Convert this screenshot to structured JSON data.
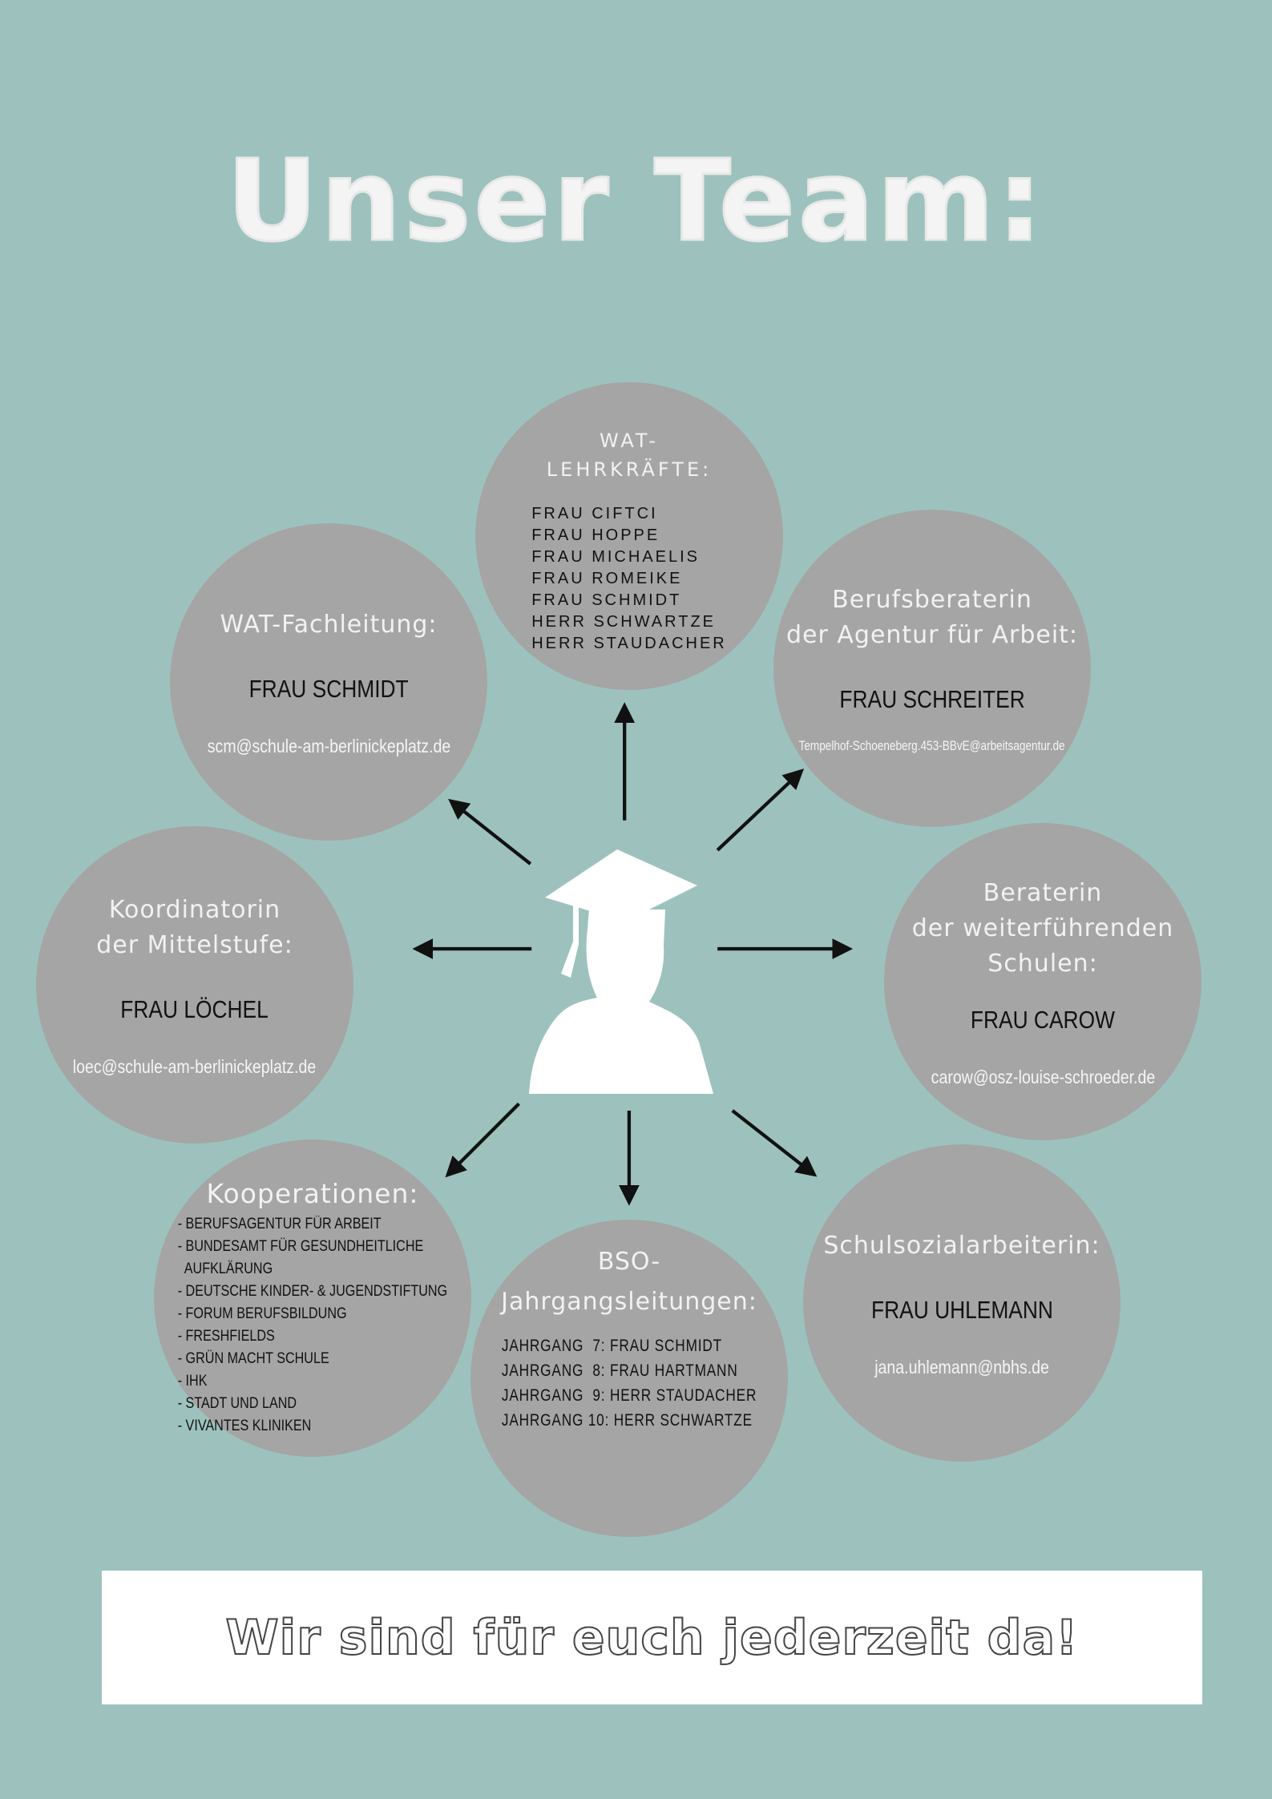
{
  "title": "Unser Team:",
  "circles": {
    "wat_lehrkraefte": {
      "heading_1": "WAT-",
      "heading_2": "LEHRKRÄFTE:",
      "names": [
        "FRAU CIFTCI",
        "FRAU HOPPE",
        "FRAU MICHAELIS",
        "FRAU ROMEIKE",
        "FRAU SCHMIDT",
        "HERR SCHWARTZE",
        "HERR STAUDACHER"
      ]
    },
    "wat_fachleitung": {
      "heading": "WAT-Fachleitung:",
      "name": "FRAU SCHMIDT",
      "email": "scm@schule-am-berlinickeplatz.de"
    },
    "berufsberaterin": {
      "heading_1": "Berufsberaterin",
      "heading_2": "der Agentur für Arbeit:",
      "name": "FRAU SCHREITER",
      "email": "Tempelhof-Schoeneberg.453-BBvE@arbeitsagentur.de"
    },
    "koordinatorin": {
      "heading_1": "Koordinatorin",
      "heading_2": "der Mittelstufe:",
      "name": "FRAU LÖCHEL",
      "email": "loec@schule-am-berlinickeplatz.de"
    },
    "beraterin": {
      "heading_1": "Beraterin",
      "heading_2": "der weiterführenden",
      "heading_3": "Schulen:",
      "name": "FRAU CAROW",
      "email": "carow@osz-louise-schroeder.de"
    },
    "kooperationen": {
      "heading": "Kooperationen:",
      "items": [
        "- BERUFSAGENTUR FÜR ARBEIT",
        "- BUNDESAMT FÜR GESUNDHEITLICHE\n  AUFKLÄRUNG",
        "- DEUTSCHE KINDER- & JUGENDSTIFTUNG",
        "- FORUM BERUFSBILDUNG",
        "- FRESHFIELDS",
        "- GRÜN MACHT SCHULE",
        "- IHK",
        "- STADT UND LAND",
        "- VIVANTES KLINIKEN"
      ]
    },
    "bso": {
      "heading_1": "BSO-",
      "heading_2": "Jahrgangsleitungen:",
      "items": [
        "JAHRGANG  7: FRAU SCHMIDT",
        "JAHRGANG  8: FRAU HARTMANN",
        "JAHRGANG  9: HERR STAUDACHER",
        "JAHRGANG 10: HERR SCHWARTZE"
      ]
    },
    "schulsozial": {
      "heading": "Schulsozialarbeiterin:",
      "name": "FRAU UHLEMANN",
      "email": "jana.uhlemann@nbhs.de"
    }
  },
  "banner": "Wir sind für euch jederzeit da!",
  "colors": {
    "background": "#9dc2bd",
    "circle": "#a5a5a5"
  }
}
